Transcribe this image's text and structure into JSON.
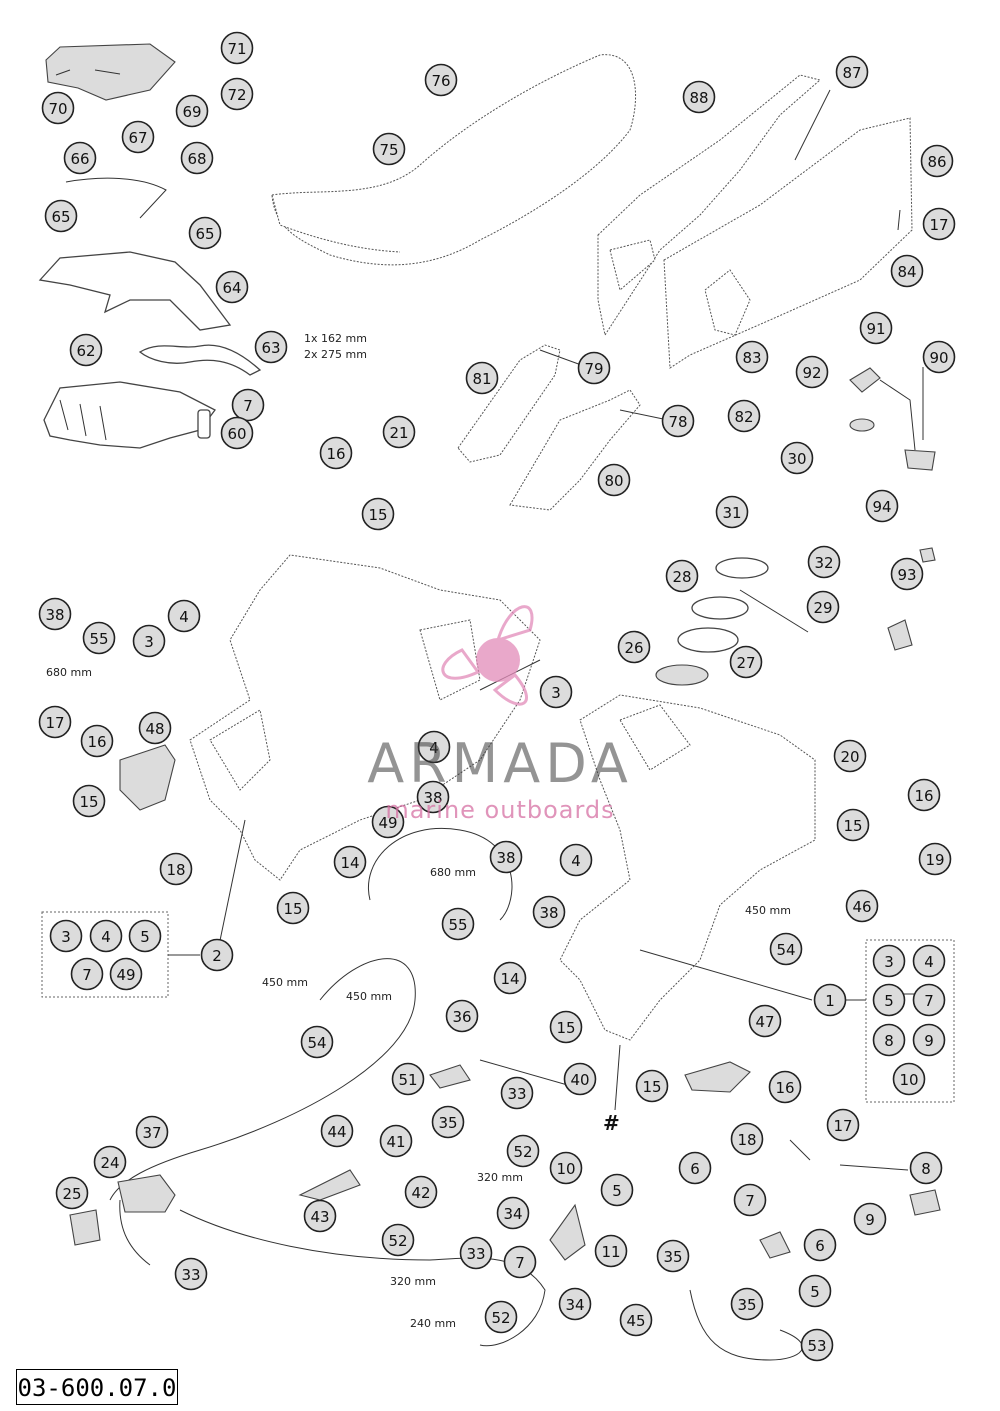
{
  "diagram": {
    "id_label": "03-600.07.0",
    "hash_mark": "#",
    "watermark": {
      "brand": "ARMADA",
      "tagline": "marine outboards"
    },
    "dimension_labels": {
      "hose_spec_1": "1x 162 mm",
      "hose_spec_2": "2x 275 mm",
      "hose_680_a": "680 mm",
      "hose_680_b": "680 mm",
      "hose_450_a": "450 mm",
      "hose_450_b": "450 mm",
      "hose_450_c": "450 mm",
      "hose_320_a": "320 mm",
      "hose_320_b": "320 mm",
      "hose_240": "240 mm"
    },
    "callouts": [
      {
        "n": "71"
      },
      {
        "n": "72"
      },
      {
        "n": "70"
      },
      {
        "n": "69"
      },
      {
        "n": "67"
      },
      {
        "n": "68"
      },
      {
        "n": "66"
      },
      {
        "n": "65"
      },
      {
        "n": "65"
      },
      {
        "n": "64"
      },
      {
        "n": "63"
      },
      {
        "n": "62"
      },
      {
        "n": "7"
      },
      {
        "n": "60"
      },
      {
        "n": "76"
      },
      {
        "n": "75"
      },
      {
        "n": "87"
      },
      {
        "n": "88"
      },
      {
        "n": "86"
      },
      {
        "n": "17"
      },
      {
        "n": "84"
      },
      {
        "n": "81"
      },
      {
        "n": "79"
      },
      {
        "n": "78"
      },
      {
        "n": "80"
      },
      {
        "n": "83"
      },
      {
        "n": "82"
      },
      {
        "n": "91"
      },
      {
        "n": "90"
      },
      {
        "n": "92"
      },
      {
        "n": "94"
      },
      {
        "n": "21"
      },
      {
        "n": "16"
      },
      {
        "n": "15"
      },
      {
        "n": "30"
      },
      {
        "n": "31"
      },
      {
        "n": "32"
      },
      {
        "n": "93"
      },
      {
        "n": "28"
      },
      {
        "n": "29"
      },
      {
        "n": "26"
      },
      {
        "n": "27"
      },
      {
        "n": "38"
      },
      {
        "n": "55"
      },
      {
        "n": "4"
      },
      {
        "n": "3"
      },
      {
        "n": "3"
      },
      {
        "n": "17"
      },
      {
        "n": "16"
      },
      {
        "n": "48"
      },
      {
        "n": "15"
      },
      {
        "n": "4"
      },
      {
        "n": "38"
      },
      {
        "n": "49"
      },
      {
        "n": "18"
      },
      {
        "n": "14"
      },
      {
        "n": "15"
      },
      {
        "n": "38"
      },
      {
        "n": "4"
      },
      {
        "n": "20"
      },
      {
        "n": "16"
      },
      {
        "n": "15"
      },
      {
        "n": "19"
      },
      {
        "n": "55"
      },
      {
        "n": "38"
      },
      {
        "n": "46"
      },
      {
        "n": "54"
      },
      {
        "n": "3"
      },
      {
        "n": "4"
      },
      {
        "n": "5"
      },
      {
        "n": "7"
      },
      {
        "n": "49"
      },
      {
        "n": "2"
      },
      {
        "n": "3"
      },
      {
        "n": "4"
      },
      {
        "n": "1"
      },
      {
        "n": "5"
      },
      {
        "n": "7"
      },
      {
        "n": "8"
      },
      {
        "n": "9"
      },
      {
        "n": "10"
      },
      {
        "n": "54"
      },
      {
        "n": "14"
      },
      {
        "n": "15"
      },
      {
        "n": "36"
      },
      {
        "n": "47"
      },
      {
        "n": "51"
      },
      {
        "n": "40"
      },
      {
        "n": "15"
      },
      {
        "n": "35"
      },
      {
        "n": "33"
      },
      {
        "n": "16"
      },
      {
        "n": "37"
      },
      {
        "n": "44"
      },
      {
        "n": "41"
      },
      {
        "n": "52"
      },
      {
        "n": "18"
      },
      {
        "n": "17"
      },
      {
        "n": "24"
      },
      {
        "n": "10"
      },
      {
        "n": "6"
      },
      {
        "n": "8"
      },
      {
        "n": "25"
      },
      {
        "n": "43"
      },
      {
        "n": "42"
      },
      {
        "n": "34"
      },
      {
        "n": "5"
      },
      {
        "n": "7"
      },
      {
        "n": "9"
      },
      {
        "n": "52"
      },
      {
        "n": "33"
      },
      {
        "n": "11"
      },
      {
        "n": "7"
      },
      {
        "n": "35"
      },
      {
        "n": "6"
      },
      {
        "n": "33"
      },
      {
        "n": "5"
      },
      {
        "n": "52"
      },
      {
        "n": "34"
      },
      {
        "n": "45"
      },
      {
        "n": "35"
      },
      {
        "n": "53"
      }
    ]
  }
}
